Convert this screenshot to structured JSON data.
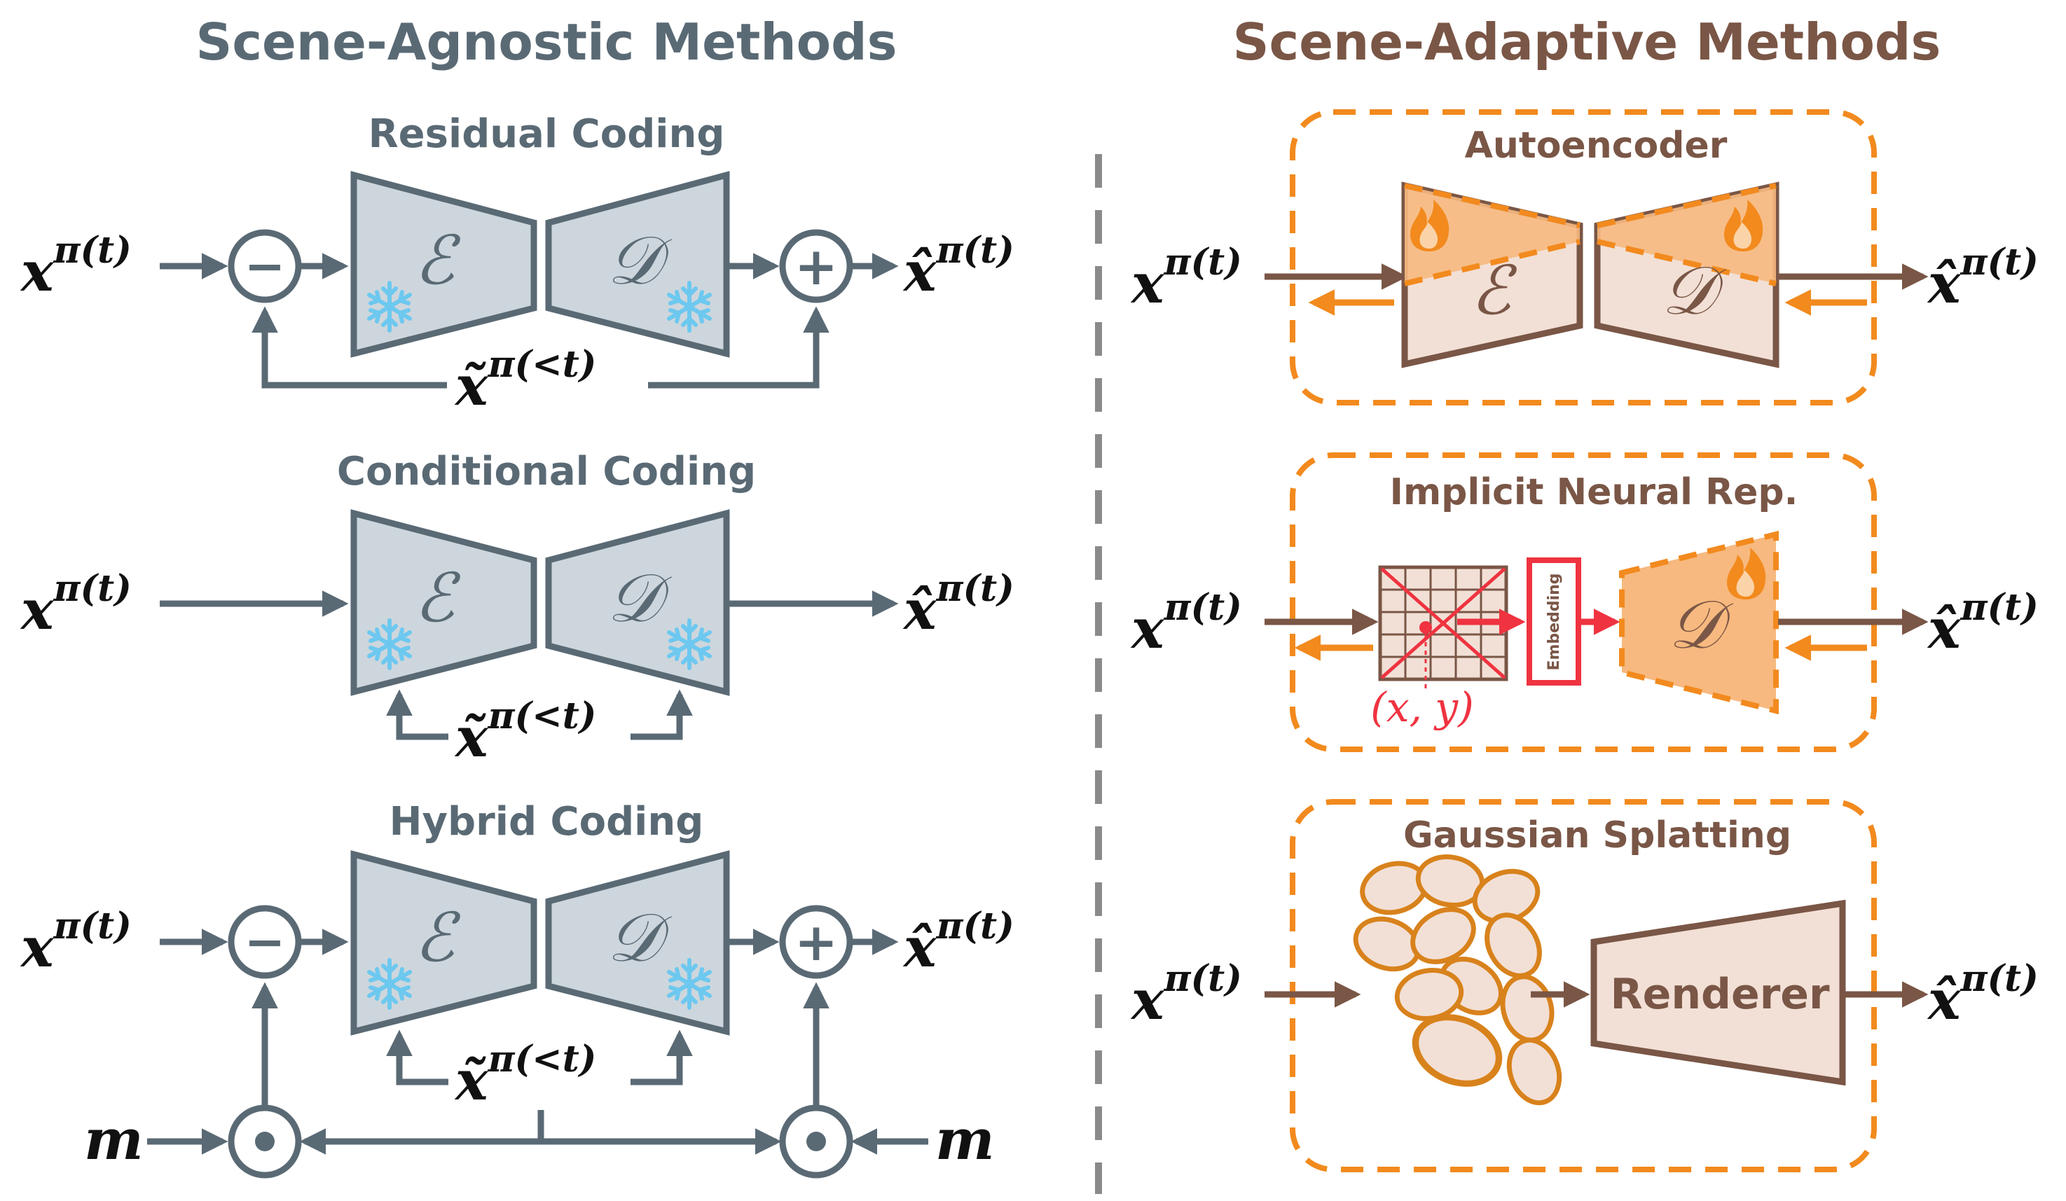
{
  "left_panel": {
    "title": "Scene-Agnostic Methods",
    "residual": {
      "title": "Residual Coding"
    },
    "conditional": {
      "title": "Conditional Coding"
    },
    "hybrid": {
      "title": "Hybrid Coding",
      "mask": "m"
    }
  },
  "right_panel": {
    "title": "Scene-Adaptive Methods",
    "autoencoder": {
      "title": "Autoencoder"
    },
    "inr": {
      "title": "Implicit Neural Rep.",
      "embedding": "Embedding",
      "coords": "(x, y)"
    },
    "gaussian": {
      "title": "Gaussian Splatting",
      "renderer": "Renderer"
    }
  },
  "symbols": {
    "input_base": "x",
    "output_base": "x̂",
    "ref_base": "x̃",
    "sup_t": "π(t)",
    "sup_lt": "π(<t)",
    "encoder": "ℰ",
    "decoder": "𝒟",
    "minus": "−",
    "plus": "+"
  },
  "colors": {
    "gray": "#5a6a75",
    "gray_fill": "#cdd6dd",
    "brown": "#7a5646",
    "beige": "#f2e0d6",
    "orange": "#f28a1e",
    "orange_fill": "#f7b97f",
    "red": "#ef3340",
    "snow": "#6dc8ef"
  }
}
